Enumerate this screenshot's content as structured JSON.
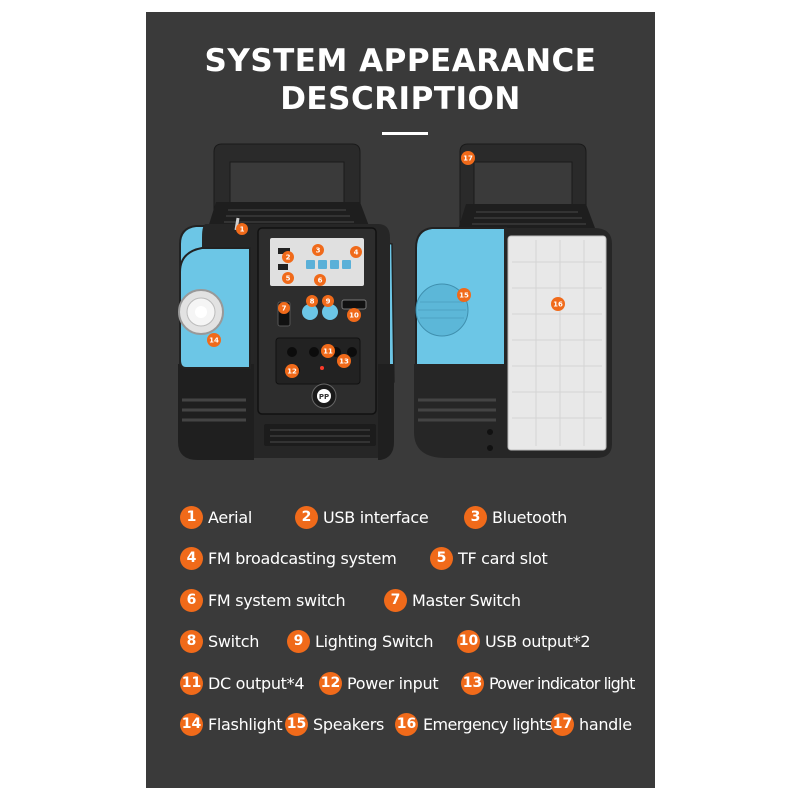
{
  "title": {
    "line1": "SYSTEM APPEARANCE",
    "line2": "DESCRIPTION"
  },
  "colors": {
    "panel": "#3a3a3a",
    "accent": "#f06a1a",
    "body": "#262626",
    "side_blue": "#6cc6e6",
    "led_panel": "#e8e8e8"
  },
  "logo_text": "PP",
  "callouts": [
    "1",
    "2",
    "3",
    "4",
    "5",
    "6",
    "7",
    "8",
    "9",
    "10",
    "11",
    "12",
    "13",
    "14",
    "15",
    "16",
    "17"
  ],
  "legend": [
    {
      "num": "1",
      "label": "Aerial"
    },
    {
      "num": "2",
      "label": "USB interface"
    },
    {
      "num": "3",
      "label": "Bluetooth"
    },
    {
      "num": "4",
      "label": "FM broadcasting system"
    },
    {
      "num": "5",
      "label": "TF card slot"
    },
    {
      "num": "6",
      "label": "FM system switch"
    },
    {
      "num": "7",
      "label": "Master Switch"
    },
    {
      "num": "8",
      "label": "Switch"
    },
    {
      "num": "9",
      "label": "Lighting Switch"
    },
    {
      "num": "10",
      "label": "USB output*2"
    },
    {
      "num": "11",
      "label": "DC output*4"
    },
    {
      "num": "12",
      "label": "Power input"
    },
    {
      "num": "13",
      "label": "Power indicator light"
    },
    {
      "num": "14",
      "label": "Flashlight"
    },
    {
      "num": "15",
      "label": "Speakers"
    },
    {
      "num": "16",
      "label": "Emergency lights"
    },
    {
      "num": "17",
      "label": "handle"
    }
  ]
}
